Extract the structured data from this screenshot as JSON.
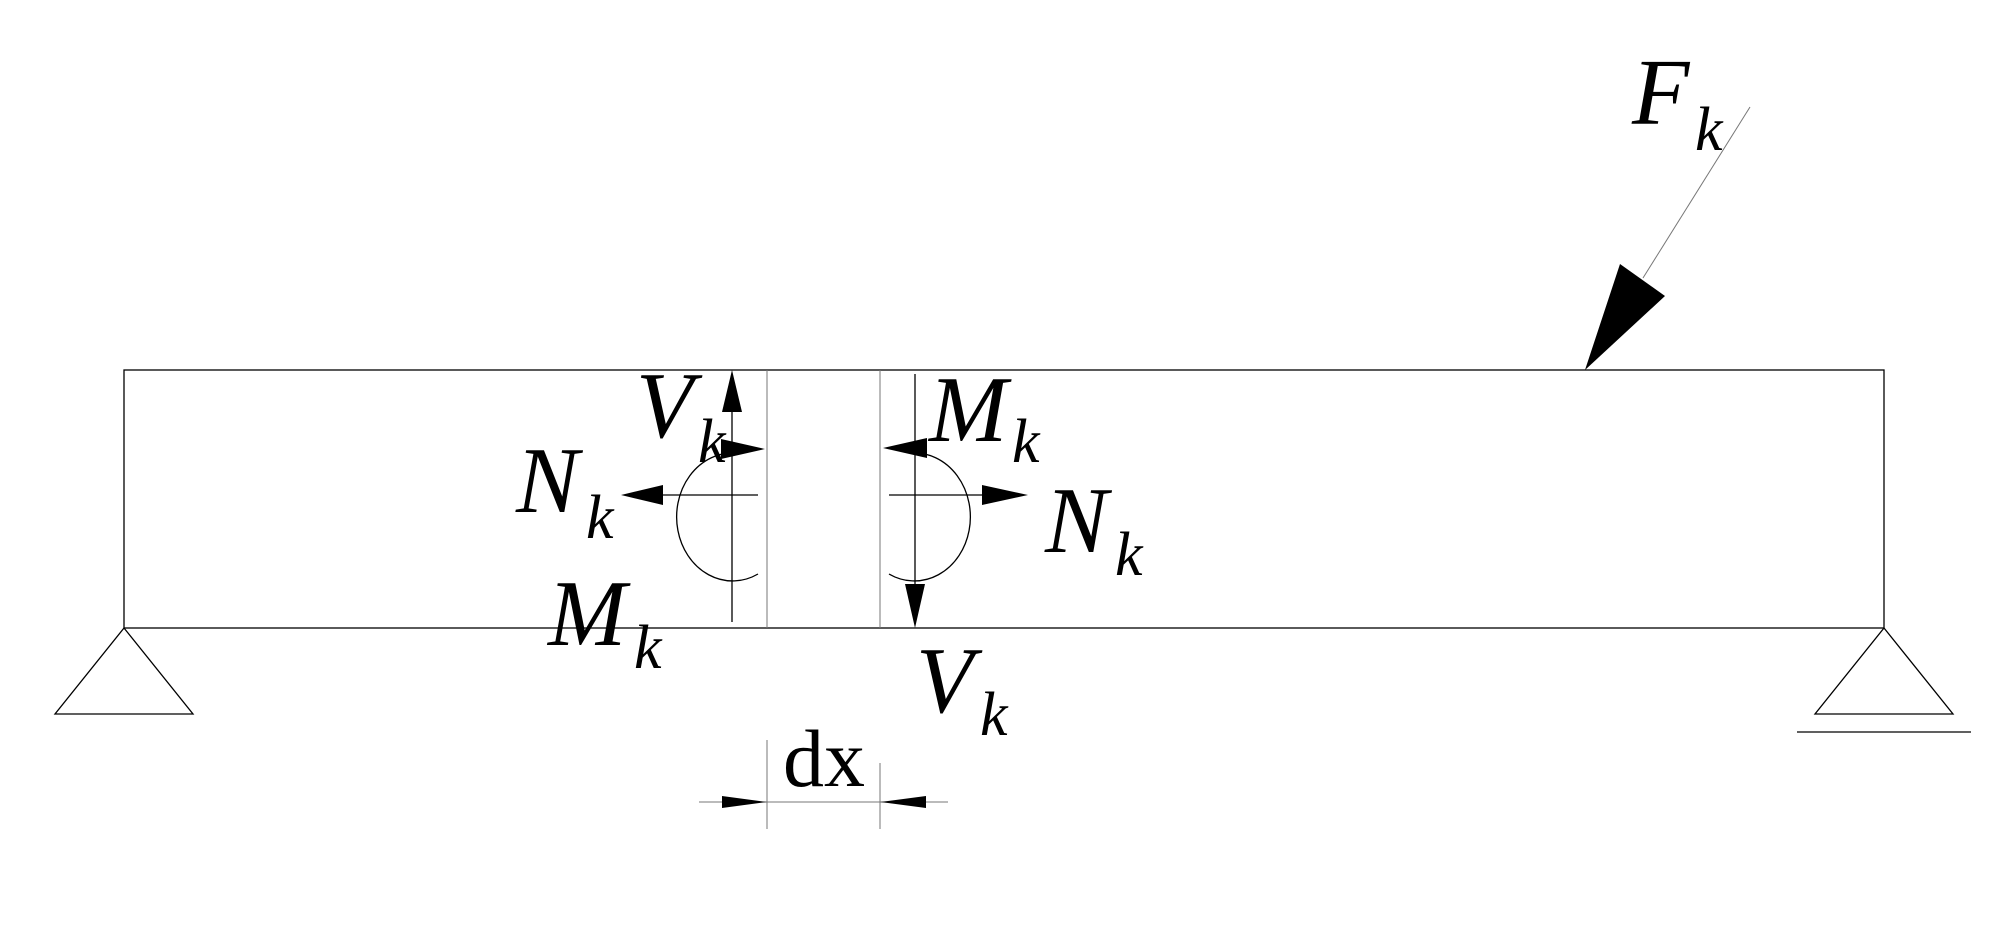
{
  "diagram": {
    "title": "Simply supported beam with differential element dx",
    "load": {
      "symbol": "F",
      "subscript": "k"
    },
    "left_face": {
      "shear": {
        "symbol": "V",
        "subscript": "k"
      },
      "normal": {
        "symbol": "N",
        "subscript": "k"
      },
      "moment": {
        "symbol": "M",
        "subscript": "k"
      }
    },
    "right_face": {
      "shear": {
        "symbol": "V",
        "subscript": "k"
      },
      "normal": {
        "symbol": "N",
        "subscript": "k"
      },
      "moment": {
        "symbol": "M",
        "subscript": "k"
      }
    },
    "dimension": {
      "label": "dx"
    }
  }
}
